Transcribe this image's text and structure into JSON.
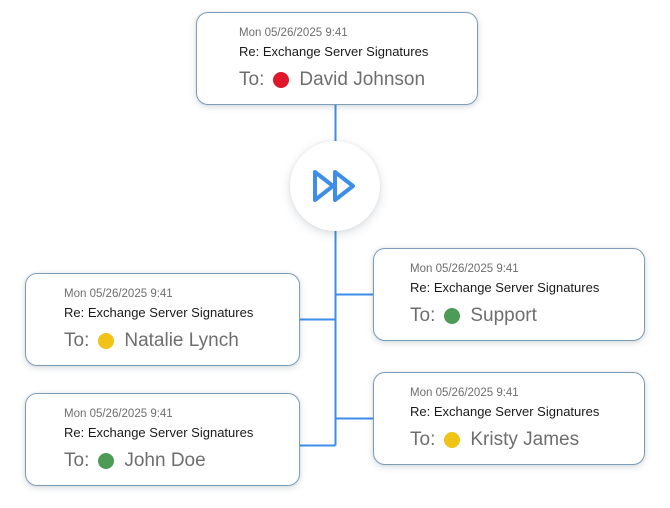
{
  "diagram": {
    "type": "email-forward-flow",
    "node_icon": "fast-forward-icon",
    "colors": {
      "connector": "#3C8EE8",
      "card_border": "#7E9DB9",
      "icon_blue": "#3C8EE8",
      "presence_red": "#E0162B",
      "presence_yellow": "#F0C316",
      "presence_green": "#4E9A57",
      "muted_text": "#6E6E6E",
      "subject_text": "#1A1A1A"
    }
  },
  "source_card": {
    "date": "Mon 05/26/2025 9:41",
    "subject": "Re: Exchange Server Signatures",
    "to_label": "To:",
    "recipient": "David Johnson",
    "presence": "busy",
    "presence_color": "#E0162B"
  },
  "recipient_cards": [
    {
      "date": "Mon 05/26/2025 9:41",
      "subject": "Re: Exchange Server Signatures",
      "to_label": "To:",
      "recipient": "Natalie Lynch",
      "presence": "away",
      "presence_color": "#F0C316"
    },
    {
      "date": "Mon 05/26/2025 9:41",
      "subject": "Re: Exchange Server Signatures",
      "to_label": "To:",
      "recipient": "John Doe",
      "presence": "available",
      "presence_color": "#4E9A57"
    },
    {
      "date": "Mon 05/26/2025 9:41",
      "subject": "Re: Exchange Server Signatures",
      "to_label": "To:",
      "recipient": "Support",
      "presence": "available",
      "presence_color": "#4E9A57"
    },
    {
      "date": "Mon 05/26/2025 9:41",
      "subject": "Re: Exchange Server Signatures",
      "to_label": "To:",
      "recipient": "Kristy James",
      "presence": "away",
      "presence_color": "#F0C316"
    }
  ]
}
